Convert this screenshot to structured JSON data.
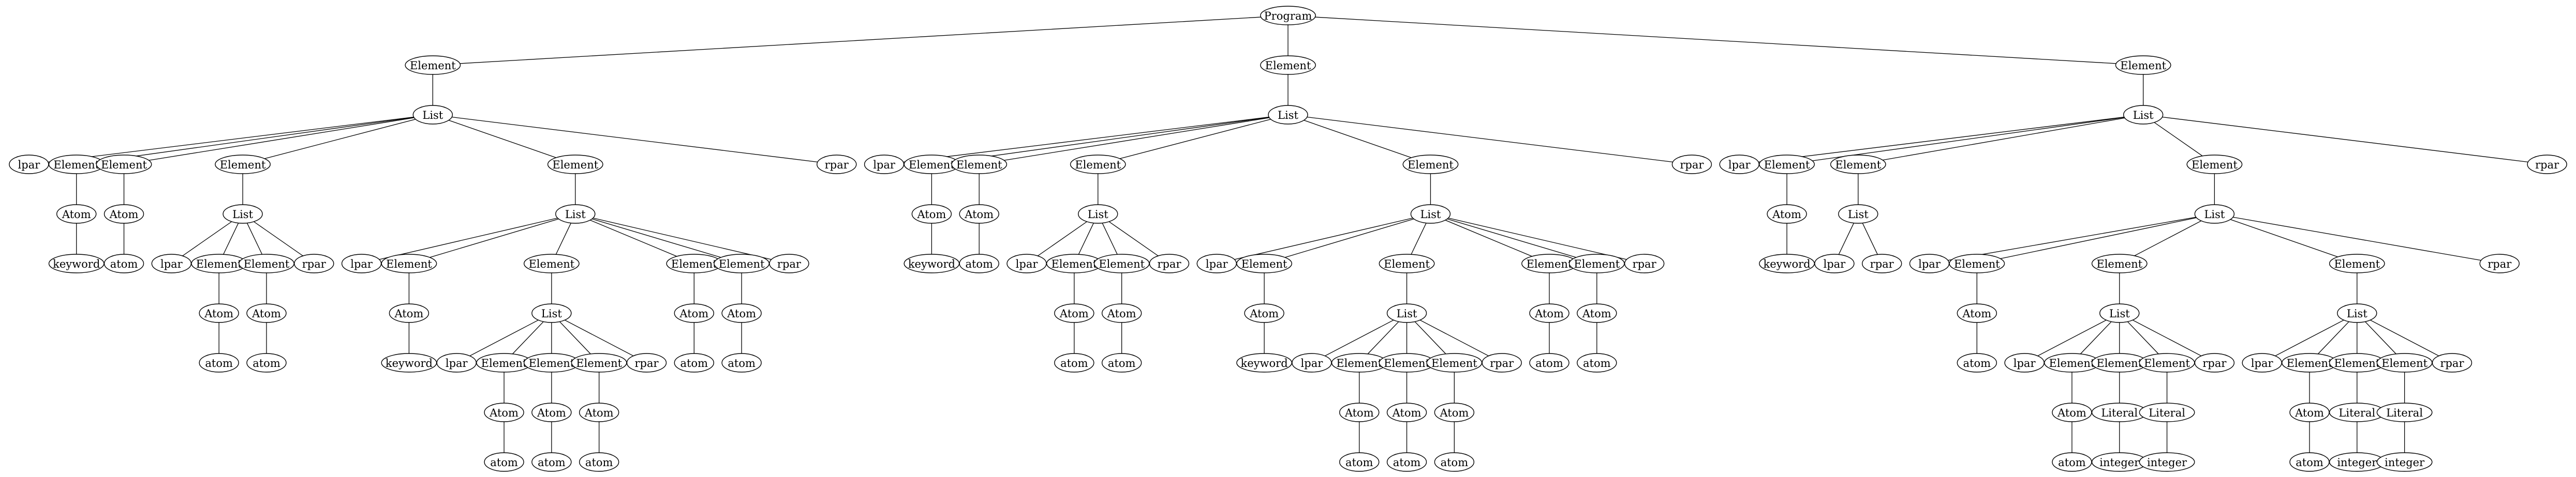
{
  "tree": {
    "label": "Program",
    "children": [
      {
        "label": "Element",
        "children": [
          {
            "label": "List",
            "children": [
              {
                "label": "lpar"
              },
              {
                "label": "Element",
                "children": [
                  {
                    "label": "Atom",
                    "children": [
                      {
                        "label": "keyword"
                      }
                    ]
                  }
                ]
              },
              {
                "label": "Element",
                "children": [
                  {
                    "label": "Atom",
                    "children": [
                      {
                        "label": "atom"
                      }
                    ]
                  }
                ]
              },
              {
                "label": "Element",
                "children": [
                  {
                    "label": "List",
                    "children": [
                      {
                        "label": "lpar"
                      },
                      {
                        "label": "Element",
                        "children": [
                          {
                            "label": "Atom",
                            "children": [
                              {
                                "label": "atom"
                              }
                            ]
                          }
                        ]
                      },
                      {
                        "label": "Element",
                        "children": [
                          {
                            "label": "Atom",
                            "children": [
                              {
                                "label": "atom"
                              }
                            ]
                          }
                        ]
                      },
                      {
                        "label": "rpar"
                      }
                    ]
                  }
                ]
              },
              {
                "label": "Element",
                "children": [
                  {
                    "label": "List",
                    "children": [
                      {
                        "label": "lpar"
                      },
                      {
                        "label": "Element",
                        "children": [
                          {
                            "label": "Atom",
                            "children": [
                              {
                                "label": "keyword"
                              }
                            ]
                          }
                        ]
                      },
                      {
                        "label": "Element",
                        "children": [
                          {
                            "label": "List",
                            "children": [
                              {
                                "label": "lpar"
                              },
                              {
                                "label": "Element",
                                "children": [
                                  {
                                    "label": "Atom",
                                    "children": [
                                      {
                                        "label": "atom"
                                      }
                                    ]
                                  }
                                ]
                              },
                              {
                                "label": "Element",
                                "children": [
                                  {
                                    "label": "Atom",
                                    "children": [
                                      {
                                        "label": "atom"
                                      }
                                    ]
                                  }
                                ]
                              },
                              {
                                "label": "Element",
                                "children": [
                                  {
                                    "label": "Atom",
                                    "children": [
                                      {
                                        "label": "atom"
                                      }
                                    ]
                                  }
                                ]
                              },
                              {
                                "label": "rpar"
                              }
                            ]
                          }
                        ]
                      },
                      {
                        "label": "Element",
                        "children": [
                          {
                            "label": "Atom",
                            "children": [
                              {
                                "label": "atom"
                              }
                            ]
                          }
                        ]
                      },
                      {
                        "label": "Element",
                        "children": [
                          {
                            "label": "Atom",
                            "children": [
                              {
                                "label": "atom"
                              }
                            ]
                          }
                        ]
                      },
                      {
                        "label": "rpar"
                      }
                    ]
                  }
                ]
              },
              {
                "label": "rpar"
              }
            ]
          }
        ]
      },
      {
        "label": "Element",
        "children": [
          {
            "label": "List",
            "children": [
              {
                "label": "lpar"
              },
              {
                "label": "Element",
                "children": [
                  {
                    "label": "Atom",
                    "children": [
                      {
                        "label": "keyword"
                      }
                    ]
                  }
                ]
              },
              {
                "label": "Element",
                "children": [
                  {
                    "label": "Atom",
                    "children": [
                      {
                        "label": "atom"
                      }
                    ]
                  }
                ]
              },
              {
                "label": "Element",
                "children": [
                  {
                    "label": "List",
                    "children": [
                      {
                        "label": "lpar"
                      },
                      {
                        "label": "Element",
                        "children": [
                          {
                            "label": "Atom",
                            "children": [
                              {
                                "label": "atom"
                              }
                            ]
                          }
                        ]
                      },
                      {
                        "label": "Element",
                        "children": [
                          {
                            "label": "Atom",
                            "children": [
                              {
                                "label": "atom"
                              }
                            ]
                          }
                        ]
                      },
                      {
                        "label": "rpar"
                      }
                    ]
                  }
                ]
              },
              {
                "label": "Element",
                "children": [
                  {
                    "label": "List",
                    "children": [
                      {
                        "label": "lpar"
                      },
                      {
                        "label": "Element",
                        "children": [
                          {
                            "label": "Atom",
                            "children": [
                              {
                                "label": "keyword"
                              }
                            ]
                          }
                        ]
                      },
                      {
                        "label": "Element",
                        "children": [
                          {
                            "label": "List",
                            "children": [
                              {
                                "label": "lpar"
                              },
                              {
                                "label": "Element",
                                "children": [
                                  {
                                    "label": "Atom",
                                    "children": [
                                      {
                                        "label": "atom"
                                      }
                                    ]
                                  }
                                ]
                              },
                              {
                                "label": "Element",
                                "children": [
                                  {
                                    "label": "Atom",
                                    "children": [
                                      {
                                        "label": "atom"
                                      }
                                    ]
                                  }
                                ]
                              },
                              {
                                "label": "Element",
                                "children": [
                                  {
                                    "label": "Atom",
                                    "children": [
                                      {
                                        "label": "atom"
                                      }
                                    ]
                                  }
                                ]
                              },
                              {
                                "label": "rpar"
                              }
                            ]
                          }
                        ]
                      },
                      {
                        "label": "Element",
                        "children": [
                          {
                            "label": "Atom",
                            "children": [
                              {
                                "label": "atom"
                              }
                            ]
                          }
                        ]
                      },
                      {
                        "label": "Element",
                        "children": [
                          {
                            "label": "Atom",
                            "children": [
                              {
                                "label": "atom"
                              }
                            ]
                          }
                        ]
                      },
                      {
                        "label": "rpar"
                      }
                    ]
                  }
                ]
              },
              {
                "label": "rpar"
              }
            ]
          }
        ]
      },
      {
        "label": "Element",
        "children": [
          {
            "label": "List",
            "children": [
              {
                "label": "lpar"
              },
              {
                "label": "Element",
                "children": [
                  {
                    "label": "Atom",
                    "children": [
                      {
                        "label": "keyword"
                      }
                    ]
                  }
                ]
              },
              {
                "label": "Element",
                "children": [
                  {
                    "label": "List",
                    "children": [
                      {
                        "label": "lpar"
                      },
                      {
                        "label": "rpar"
                      }
                    ]
                  }
                ]
              },
              {
                "label": "Element",
                "children": [
                  {
                    "label": "List",
                    "children": [
                      {
                        "label": "lpar"
                      },
                      {
                        "label": "Element",
                        "children": [
                          {
                            "label": "Atom",
                            "children": [
                              {
                                "label": "atom"
                              }
                            ]
                          }
                        ]
                      },
                      {
                        "label": "Element",
                        "children": [
                          {
                            "label": "List",
                            "children": [
                              {
                                "label": "lpar"
                              },
                              {
                                "label": "Element",
                                "children": [
                                  {
                                    "label": "Atom",
                                    "children": [
                                      {
                                        "label": "atom"
                                      }
                                    ]
                                  }
                                ]
                              },
                              {
                                "label": "Element",
                                "children": [
                                  {
                                    "label": "Literal",
                                    "children": [
                                      {
                                        "label": "integer"
                                      }
                                    ]
                                  }
                                ]
                              },
                              {
                                "label": "Element",
                                "children": [
                                  {
                                    "label": "Literal",
                                    "children": [
                                      {
                                        "label": "integer"
                                      }
                                    ]
                                  }
                                ]
                              },
                              {
                                "label": "rpar"
                              }
                            ]
                          }
                        ]
                      },
                      {
                        "label": "Element",
                        "children": [
                          {
                            "label": "List",
                            "children": [
                              {
                                "label": "lpar"
                              },
                              {
                                "label": "Element",
                                "children": [
                                  {
                                    "label": "Atom",
                                    "children": [
                                      {
                                        "label": "atom"
                                      }
                                    ]
                                  }
                                ]
                              },
                              {
                                "label": "Element",
                                "children": [
                                  {
                                    "label": "Literal",
                                    "children": [
                                      {
                                        "label": "integer"
                                      }
                                    ]
                                  }
                                ]
                              },
                              {
                                "label": "Element",
                                "children": [
                                  {
                                    "label": "Literal",
                                    "children": [
                                      {
                                        "label": "integer"
                                      }
                                    ]
                                  }
                                ]
                              },
                              {
                                "label": "rpar"
                              }
                            ]
                          }
                        ]
                      },
                      {
                        "label": "rpar"
                      }
                    ]
                  }
                ]
              },
              {
                "label": "rpar"
              }
            ]
          }
        ]
      }
    ]
  }
}
